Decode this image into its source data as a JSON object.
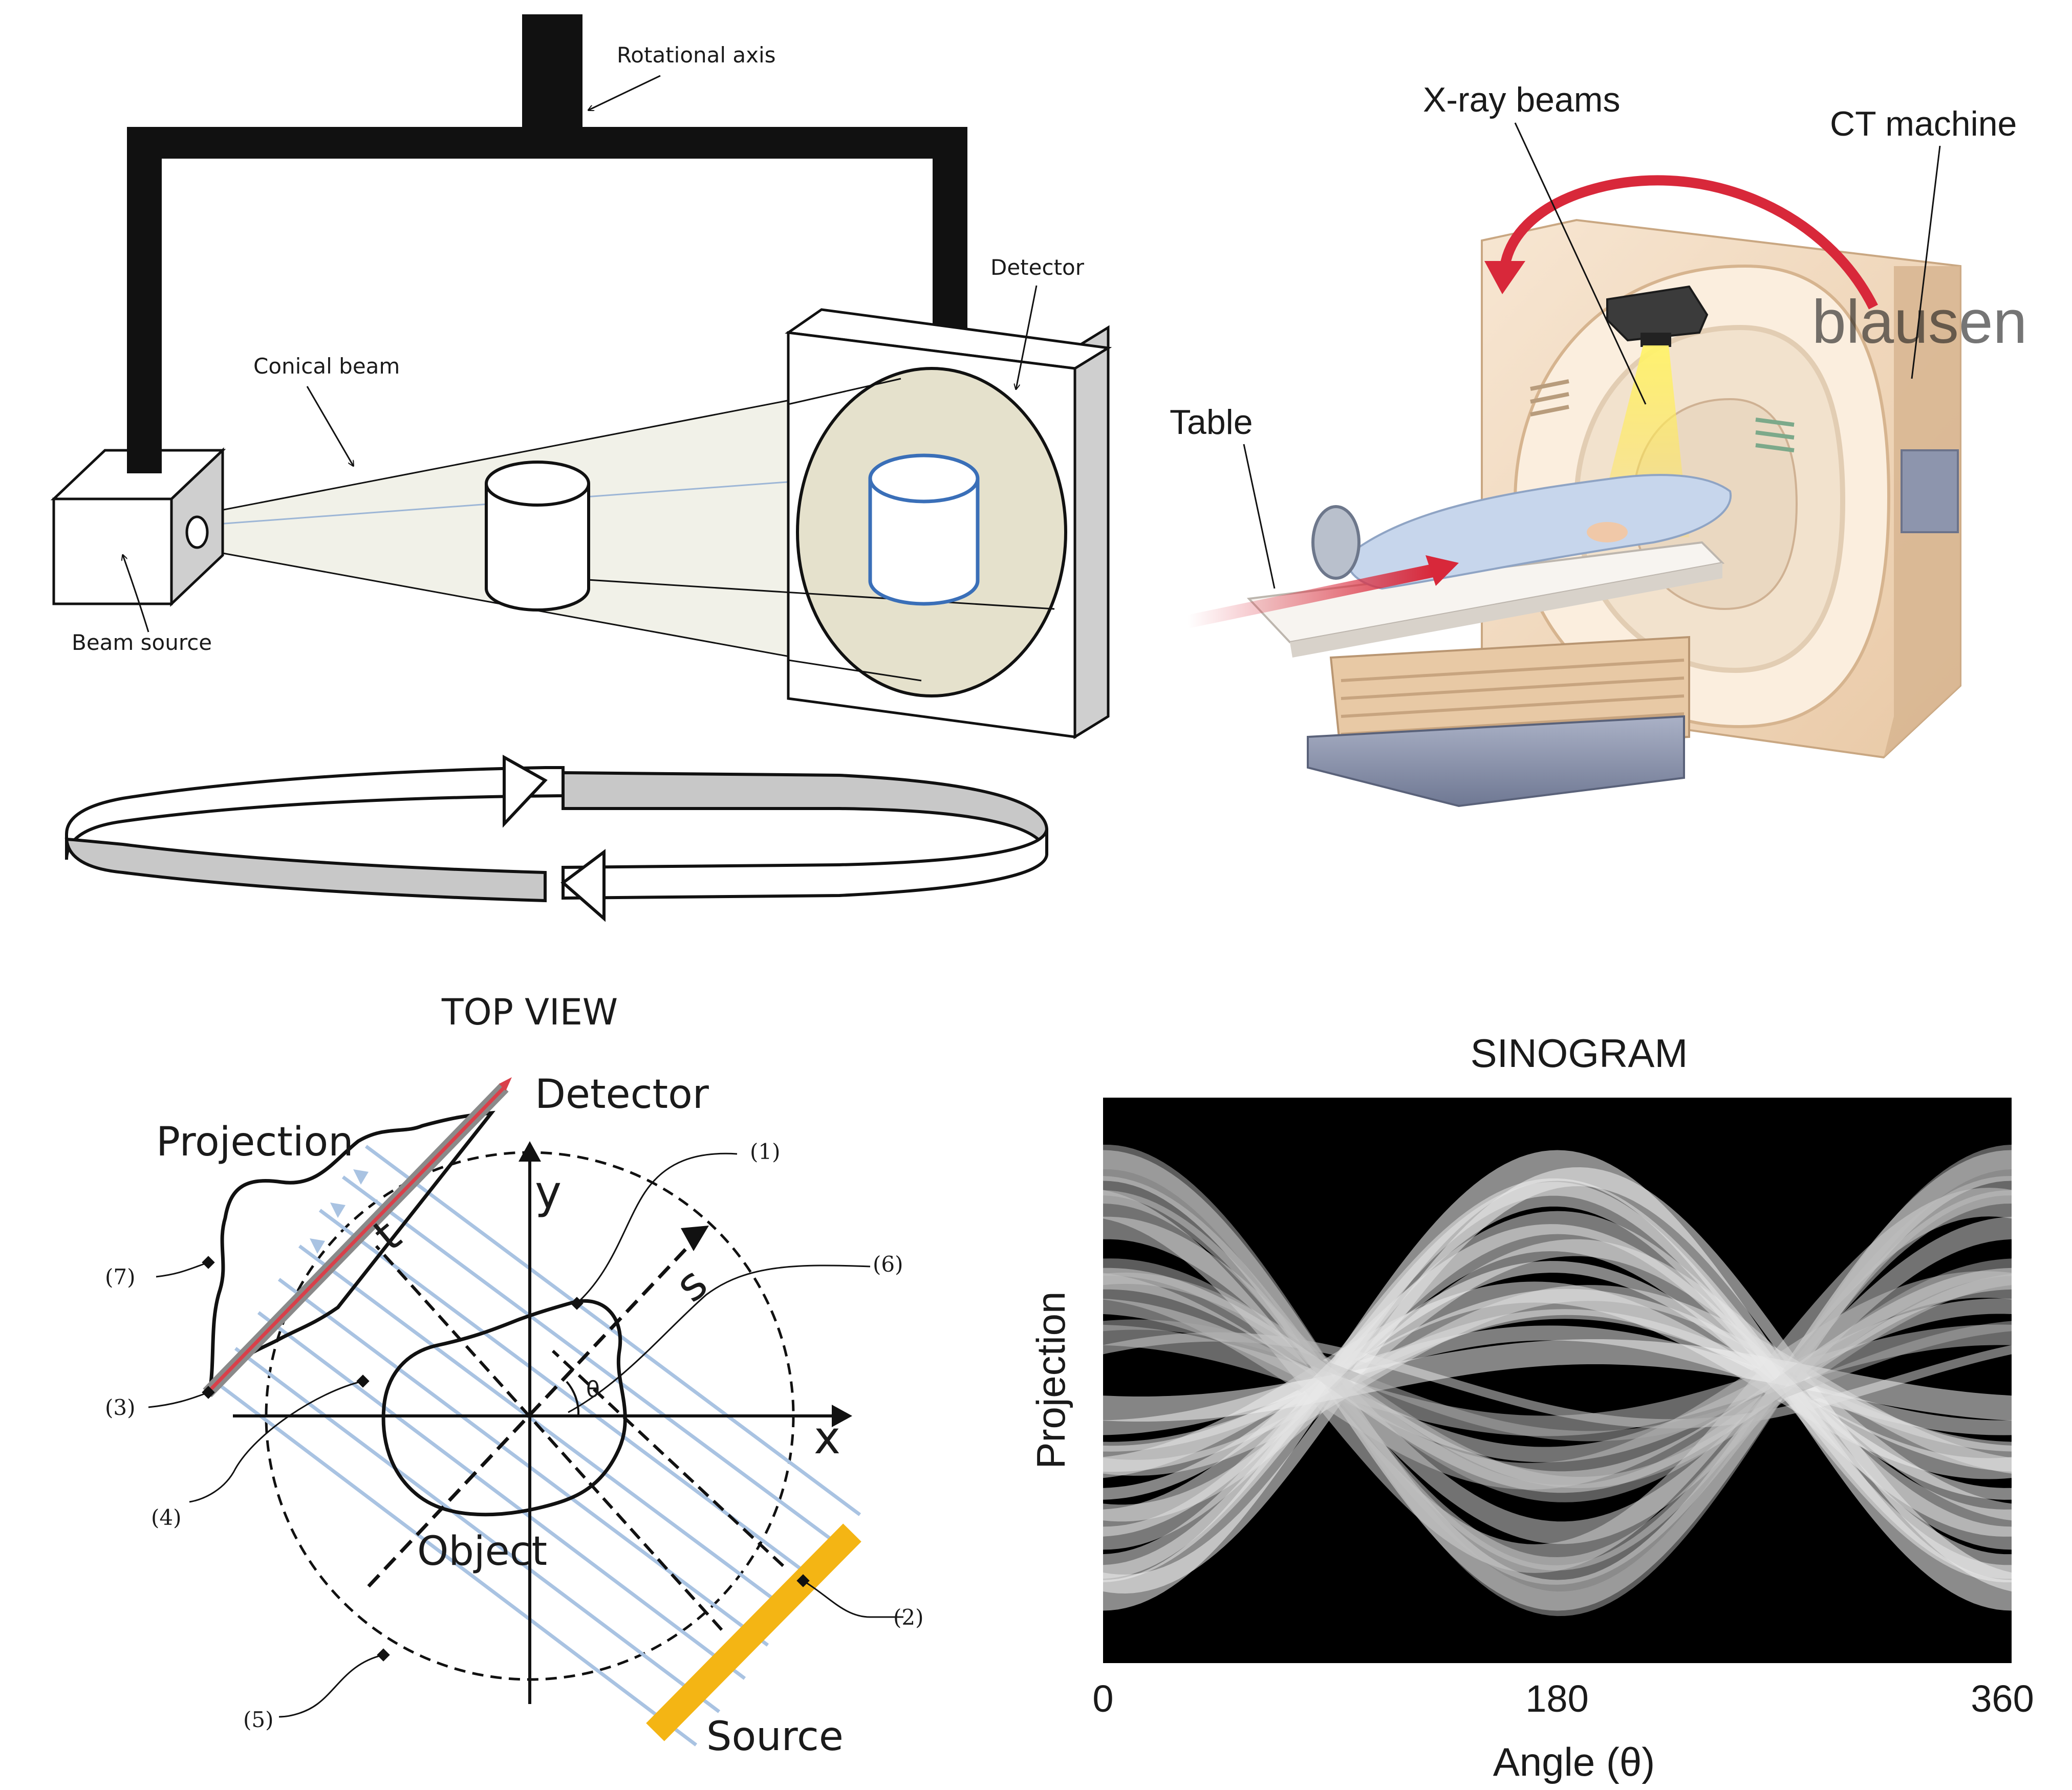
{
  "panel_a": {
    "rotational_axis": "Rotational axis",
    "detector": "Detector",
    "conical_beam": "Conical beam",
    "beam_source": "Beam source"
  },
  "panel_b": {
    "xray_beams": "X-ray beams",
    "ct_machine": "CT machine",
    "table": "Table",
    "watermark": "blausen"
  },
  "panel_c": {
    "title": "TOP VIEW",
    "projection": "Projection",
    "detector": "Detector",
    "object": "Object",
    "source": "Source",
    "axis_x": "x",
    "axis_y": "y",
    "axis_t": "t",
    "axis_s": "s",
    "theta": "θ",
    "markers": [
      "(1)",
      "(2)",
      "(3)",
      "(4)",
      "(5)",
      "(6)",
      "(7)"
    ]
  },
  "panel_d": {
    "title": "SINOGRAM",
    "ylabel": "Projection",
    "xlabel": "Angle (θ)",
    "xticks": [
      "0",
      "180",
      "360"
    ]
  },
  "colors": {
    "beam_fill": "#f1f1e8",
    "detector_disc": "#e5e1cc",
    "object_blue": "#3a6fb8",
    "ray_blue": "#a9c3e2",
    "source_yellow": "#f4b514",
    "detector_red": "#d9404a",
    "ring_gray": "#c8c8c8",
    "sinogram_bg": "#000000"
  }
}
